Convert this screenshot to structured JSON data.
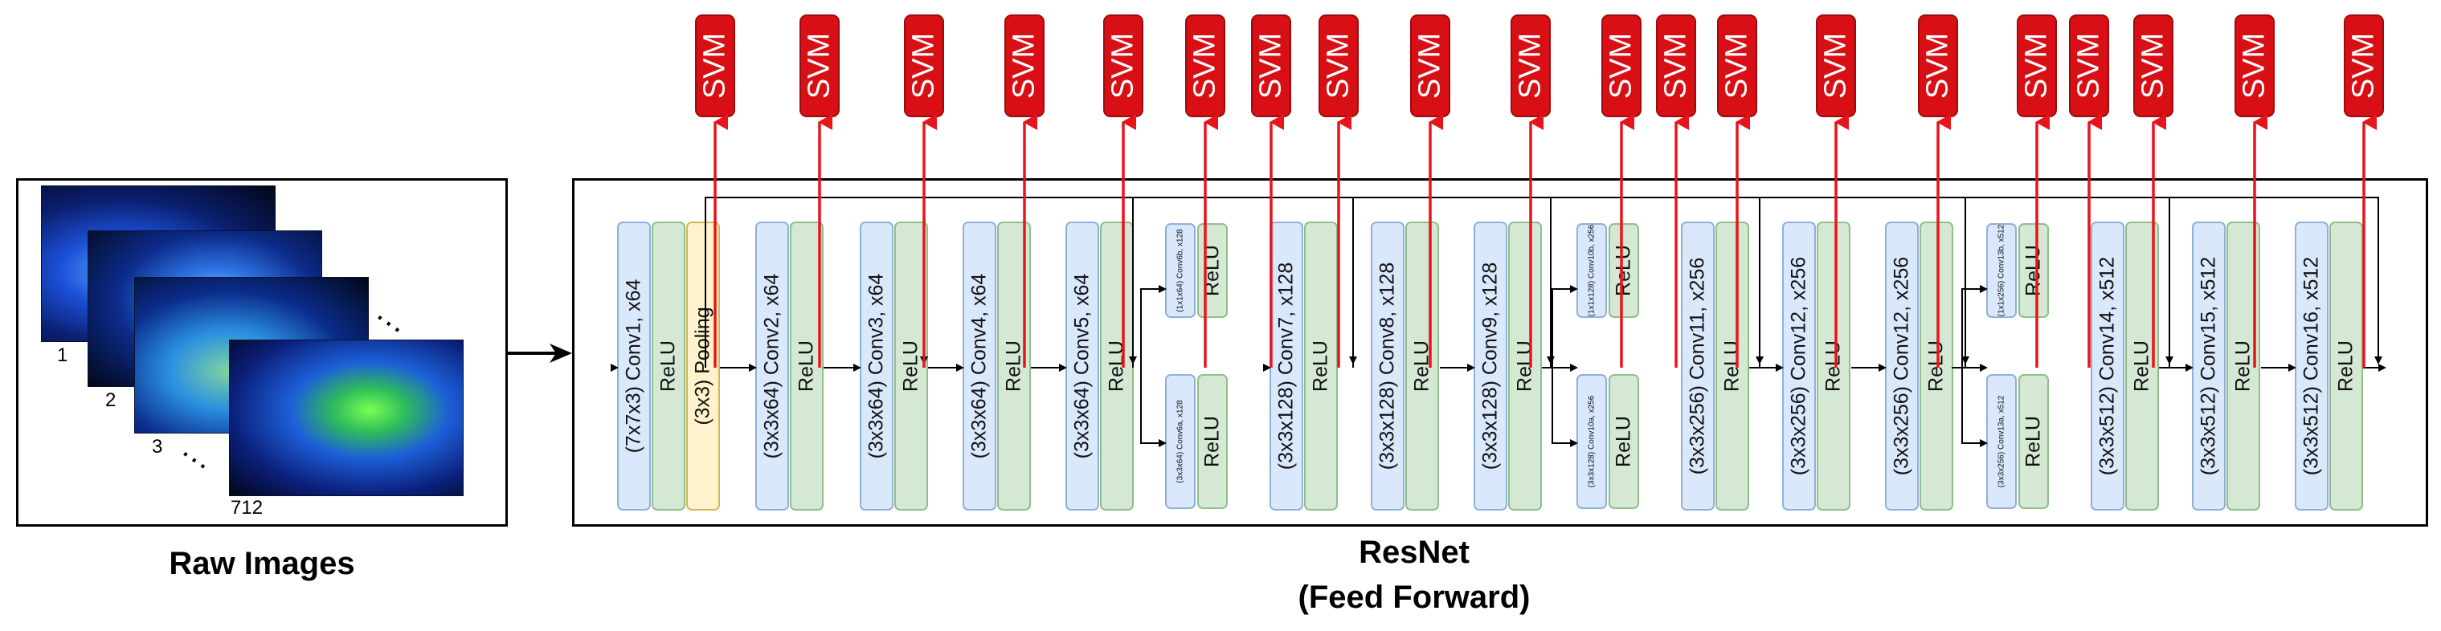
{
  "raw_images": {
    "caption": "Raw Images",
    "labels": [
      "1",
      "2",
      "3",
      "712"
    ],
    "ellipsis": "..."
  },
  "resnet": {
    "caption_line1": "ResNet",
    "caption_line2": "(Feed Forward)"
  },
  "svm_label": "SVM",
  "layers": [
    {
      "id": "conv1",
      "type": "conv",
      "label": "(7x7x3) Conv1, x64"
    },
    {
      "id": "relu1",
      "type": "relu",
      "label": "ReLU"
    },
    {
      "id": "pool1",
      "type": "pool",
      "label": "(3x3) Pooling"
    },
    {
      "id": "conv2",
      "type": "conv",
      "label": "(3x3x64) Conv2, x64"
    },
    {
      "id": "relu2",
      "type": "relu",
      "label": "ReLU"
    },
    {
      "id": "conv3",
      "type": "conv",
      "label": "(3x3x64) Conv3, x64"
    },
    {
      "id": "relu3",
      "type": "relu",
      "label": "ReLU"
    },
    {
      "id": "conv4",
      "type": "conv",
      "label": "(3x3x64) Conv4, x64"
    },
    {
      "id": "relu4",
      "type": "relu",
      "label": "ReLU"
    },
    {
      "id": "conv5",
      "type": "conv",
      "label": "(3x3x64) Conv5, x64"
    },
    {
      "id": "relu5",
      "type": "relu",
      "label": "ReLU"
    },
    {
      "id": "conv6b",
      "type": "conv",
      "label": "(1x1x64) Conv6b, x128"
    },
    {
      "id": "relu6b",
      "type": "relu",
      "label": "ReLU"
    },
    {
      "id": "conv6a",
      "type": "conv",
      "label": "(3x3x64) Conv6a, x128"
    },
    {
      "id": "relu6a",
      "type": "relu",
      "label": "ReLU"
    },
    {
      "id": "conv7",
      "type": "conv",
      "label": "(3x3x128) Conv7, x128"
    },
    {
      "id": "relu7",
      "type": "relu",
      "label": "ReLU"
    },
    {
      "id": "conv8",
      "type": "conv",
      "label": "(3x3x128) Conv8, x128"
    },
    {
      "id": "relu8",
      "type": "relu",
      "label": "ReLU"
    },
    {
      "id": "conv9",
      "type": "conv",
      "label": "(3x3x128) Conv9, x128"
    },
    {
      "id": "relu9",
      "type": "relu",
      "label": "ReLU"
    },
    {
      "id": "conv10b",
      "type": "conv",
      "label": "(1x1x128) Conv10b, x256"
    },
    {
      "id": "relu10b",
      "type": "relu",
      "label": "ReLU"
    },
    {
      "id": "conv10a",
      "type": "conv",
      "label": "(3x3x128) Conv10a, x256"
    },
    {
      "id": "relu10a",
      "type": "relu",
      "label": "ReLU"
    },
    {
      "id": "conv11",
      "type": "conv",
      "label": "(3x3x256) Conv11, x256"
    },
    {
      "id": "relu11",
      "type": "relu",
      "label": "ReLU"
    },
    {
      "id": "conv12a",
      "type": "conv",
      "label": "(3x3x256) Conv12, x256"
    },
    {
      "id": "relu12a",
      "type": "relu",
      "label": "ReLU"
    },
    {
      "id": "conv12b",
      "type": "conv",
      "label": "(3x3x256) Conv12, x256"
    },
    {
      "id": "relu12b",
      "type": "relu",
      "label": "ReLU"
    },
    {
      "id": "conv13b",
      "type": "conv",
      "label": "(1x1x256) Conv13b, x512"
    },
    {
      "id": "relu13b",
      "type": "relu",
      "label": "ReLU"
    },
    {
      "id": "conv13a",
      "type": "conv",
      "label": "(3x3x256) Conv13a, x512"
    },
    {
      "id": "relu13a",
      "type": "relu",
      "label": "ReLU"
    },
    {
      "id": "conv14",
      "type": "conv",
      "label": "(3x3x512) Conv14, x512"
    },
    {
      "id": "relu14",
      "type": "relu",
      "label": "ReLU"
    },
    {
      "id": "conv15",
      "type": "conv",
      "label": "(3x3x512) Conv15, x512"
    },
    {
      "id": "relu15",
      "type": "relu",
      "label": "ReLU"
    },
    {
      "id": "conv16",
      "type": "conv",
      "label": "(3x3x512) Conv16, x512"
    },
    {
      "id": "relu16",
      "type": "relu",
      "label": "ReLU"
    }
  ],
  "colors": {
    "conv_fill": "#dae8fc",
    "relu_fill": "#d5e8d4",
    "pool_fill": "#fff2cc",
    "svm_fill": "#d80f15",
    "feature_arrow": "#e8141b",
    "flow_arrow": "#000000"
  }
}
